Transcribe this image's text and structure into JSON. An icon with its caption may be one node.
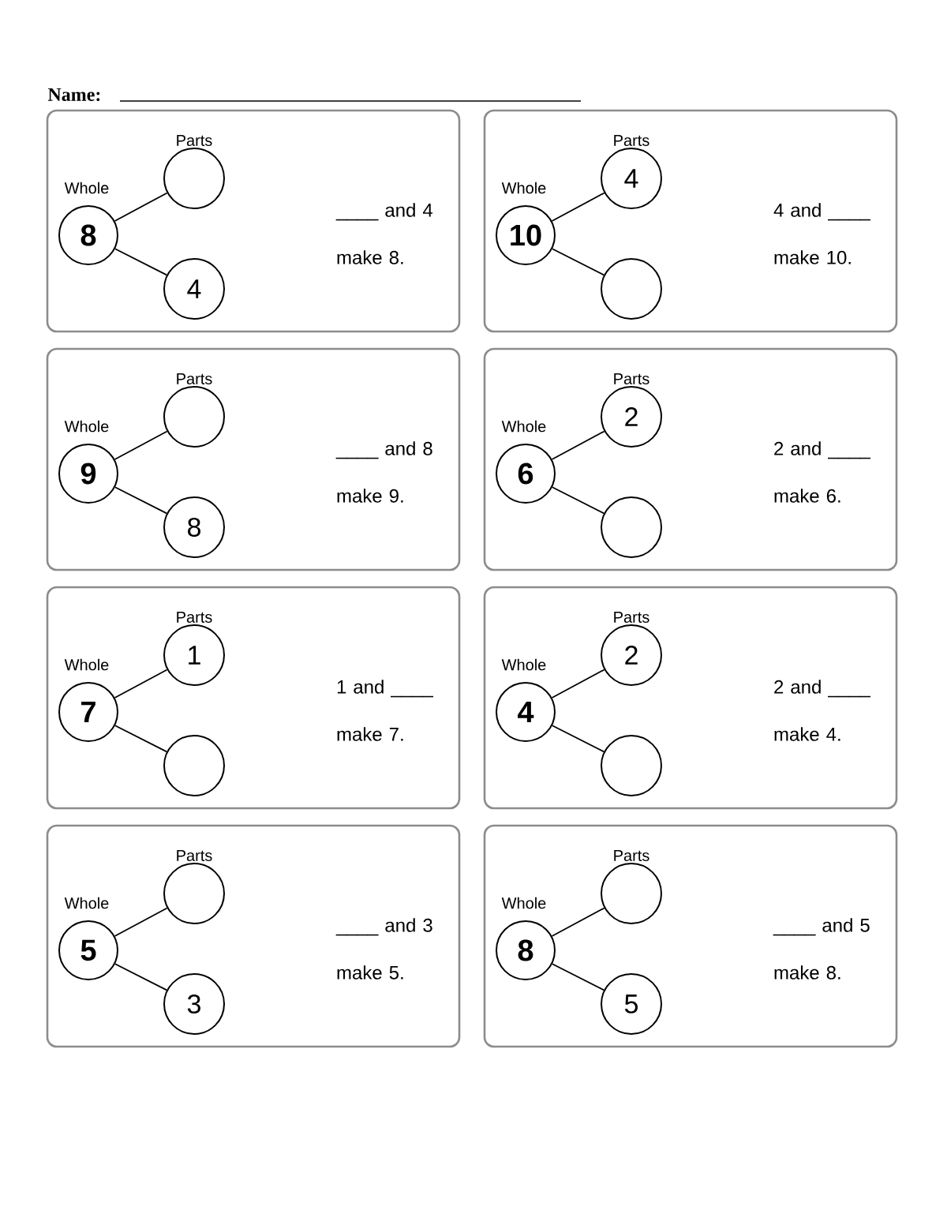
{
  "diagram": {
    "nodes": [
      {
        "text": [
          "____ and 4 make 8."
        ]
      },
      {
        "text": [
          "8"
        ],
        "beside": [
          "Whole"
        ],
        "in": 0
      },
      {
        "text": [],
        "shape": "circle",
        "beside": [
          "Parts"
        ],
        "in": 0
      },
      {
        "text": [
          "4"
        ],
        "in": 0
      },
      {
        "text": [
          "4 and ____ make 10."
        ]
      },
      {
        "text": [
          "10"
        ],
        "beside": [
          "Whole"
        ],
        "in": 4
      },
      {
        "text": [
          "4"
        ],
        "beside": [
          "Parts"
        ],
        "in": 4
      },
      {
        "text": [],
        "shape": "circle",
        "in": 4
      },
      {
        "text": [
          "____ and 8 make 9."
        ]
      },
      {
        "text": [
          "9"
        ],
        "beside": [
          "Whole"
        ],
        "in": 8
      },
      {
        "text": [],
        "shape": "circle",
        "beside": [
          "Parts"
        ],
        "in": 8
      },
      {
        "text": [
          "8"
        ],
        "in": 8
      },
      {
        "text": [
          "2 and ____ make 6."
        ]
      },
      {
        "text": [
          "6"
        ],
        "beside": [
          "Whole"
        ],
        "in": 12
      },
      {
        "text": [
          "2"
        ],
        "beside": [
          "Parts"
        ],
        "in": 12
      },
      {
        "text": [],
        "shape": "circle",
        "in": 12
      },
      {
        "text": [
          "1 and ____ make 7."
        ]
      },
      {
        "text": [
          "7"
        ],
        "beside": [
          "Whole"
        ],
        "in": 16
      },
      {
        "text": [
          "1"
        ],
        "beside": [
          "Parts"
        ],
        "in": 16
      },
      {
        "text": [],
        "shape": "circle",
        "in": 16
      },
      {
        "text": [
          "2 and ____ make 4."
        ]
      },
      {
        "text": [
          "4"
        ],
        "beside": [
          "Whole"
        ],
        "in": 20
      },
      {
        "text": [
          "2"
        ],
        "beside": [
          "Parts"
        ],
        "in": 20
      },
      {
        "text": [],
        "shape": "circle",
        "in": 20
      },
      {
        "text": [
          "____ and 3 make 5."
        ]
      },
      {
        "text": [
          "5"
        ],
        "beside": [
          "Whole"
        ],
        "in": 24
      },
      {
        "text": [],
        "shape": "circle",
        "beside": [
          "Parts"
        ],
        "in": 24
      },
      {
        "text": [
          "3"
        ],
        "in": 24
      },
      {
        "text": [
          "____ and 5 make 8."
        ]
      },
      {
        "text": [
          "8"
        ],
        "beside": [
          "Whole"
        ],
        "in": 28
      },
      {
        "text": [],
        "shape": "circle",
        "beside": [
          "Parts"
        ],
        "in": 28
      },
      {
        "text": [
          "5"
        ],
        "in": 28
      }
    ],
    "edges": [
      {
        "from": 1,
        "to": 2,
        "arrow": "none"
      },
      {
        "from": 1,
        "to": 3,
        "arrow": "none"
      },
      {
        "from": 5,
        "to": 6,
        "arrow": "none"
      },
      {
        "from": 5,
        "to": 7,
        "arrow": "none"
      },
      {
        "from": 9,
        "to": 10,
        "arrow": "none"
      },
      {
        "from": 9,
        "to": 11,
        "arrow": "none"
      },
      {
        "from": 13,
        "to": 14,
        "arrow": "none"
      },
      {
        "from": 13,
        "to": 15,
        "arrow": "none"
      },
      {
        "from": 17,
        "to": 18,
        "arrow": "none"
      },
      {
        "from": 17,
        "to": 19,
        "arrow": "none"
      },
      {
        "from": 21,
        "to": 22,
        "arrow": "none"
      },
      {
        "from": 21,
        "to": 23,
        "arrow": "none"
      },
      {
        "from": 25,
        "to": 26,
        "arrow": "none"
      },
      {
        "from": 25,
        "to": 27,
        "arrow": "none"
      },
      {
        "from": 29,
        "to": 30,
        "arrow": "none"
      },
      {
        "from": 29,
        "to": 31,
        "arrow": "none"
      }
    ],
    "labels": [
      "Name:"
    ]
  }
}
